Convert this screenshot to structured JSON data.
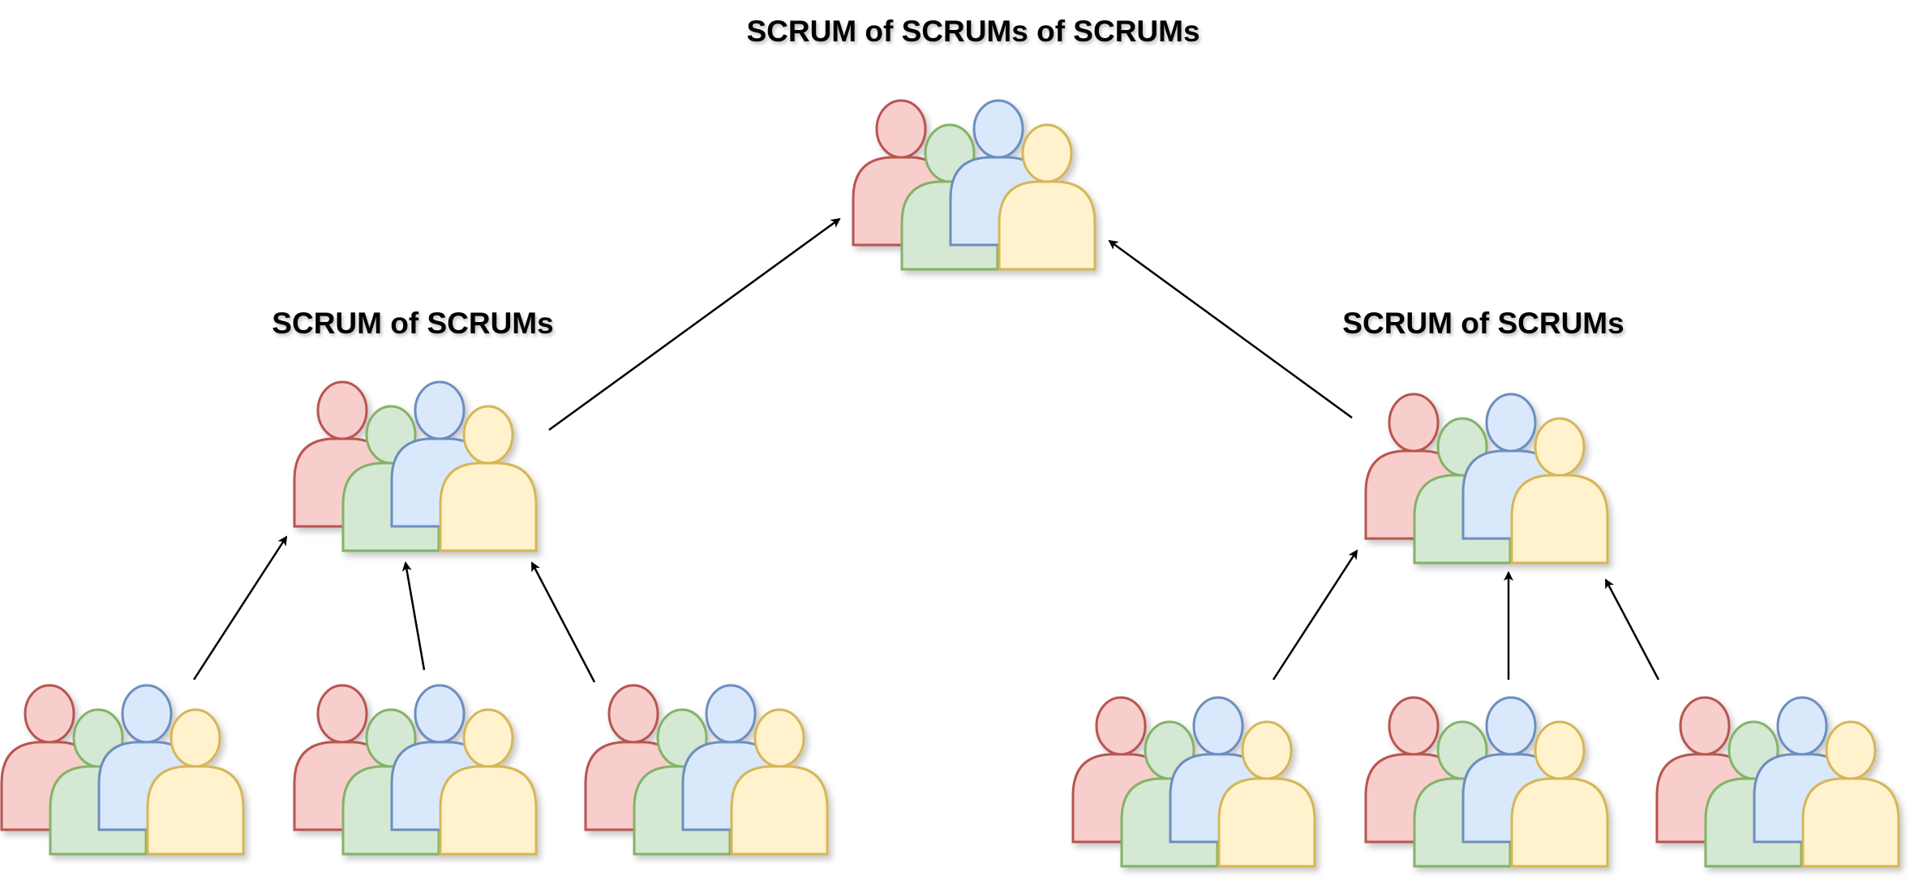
{
  "titles": {
    "top": "SCRUM of SCRUMs of SCRUMs",
    "left": "SCRUM of SCRUMs",
    "right": "SCRUM of SCRUMs"
  },
  "person_colors": [
    {
      "fill": "#f8cecc",
      "stroke": "#b85450"
    },
    {
      "fill": "#d5e8d4",
      "stroke": "#82b366"
    },
    {
      "fill": "#dae8fc",
      "stroke": "#6c8ebf"
    },
    {
      "fill": "#fff2cc",
      "stroke": "#d6b656"
    }
  ],
  "groups": [
    "top-team",
    "left-mid-team",
    "right-mid-team",
    "team-1",
    "team-2",
    "team-3",
    "team-4",
    "team-5",
    "team-6"
  ],
  "arrows": [
    {
      "from": "left-mid-team",
      "to": "top-team"
    },
    {
      "from": "right-mid-team",
      "to": "top-team"
    },
    {
      "from": "team-1",
      "to": "left-mid-team"
    },
    {
      "from": "team-2",
      "to": "left-mid-team"
    },
    {
      "from": "team-3",
      "to": "left-mid-team"
    },
    {
      "from": "team-4",
      "to": "right-mid-team"
    },
    {
      "from": "team-5",
      "to": "right-mid-team"
    },
    {
      "from": "team-6",
      "to": "right-mid-team"
    }
  ]
}
